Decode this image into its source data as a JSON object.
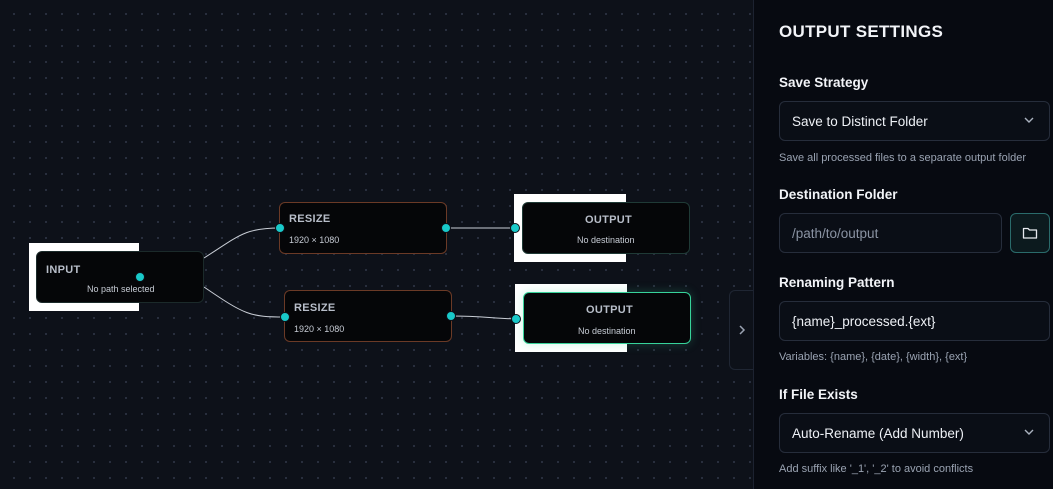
{
  "canvas": {
    "nodes": {
      "input": {
        "title": "INPUT",
        "subtitle": "No path selected"
      },
      "resize_1": {
        "title": "RESIZE",
        "subtitle": "1920 × 1080"
      },
      "resize_2": {
        "title": "RESIZE",
        "subtitle": "1920 × 1080"
      },
      "output_1": {
        "title": "OUTPUT",
        "subtitle": "No destination"
      },
      "output_2": {
        "title": "OUTPUT",
        "subtitle": "No destination"
      }
    },
    "collapse_icon": "chevron-right-icon"
  },
  "sidebar": {
    "title": "OUTPUT SETTINGS",
    "save_strategy": {
      "label": "Save Strategy",
      "value": "Save to Distinct Folder",
      "help": "Save all processed files to a separate output folder"
    },
    "destination": {
      "label": "Destination Folder",
      "placeholder": "/path/to/output",
      "browse_icon": "folder-icon"
    },
    "renaming": {
      "label": "Renaming Pattern",
      "value": "{name}_processed.{ext}",
      "help": "Variables: {name}, {date}, {width}, {ext}"
    },
    "if_exists": {
      "label": "If File Exists",
      "value": "Auto-Rename (Add Number)",
      "help": "Add suffix like '_1', '_2' to avoid conflicts"
    }
  },
  "colors": {
    "accent": "#19c9c9",
    "selected_border": "#37d39a",
    "resize_border": "#6b3a26"
  }
}
